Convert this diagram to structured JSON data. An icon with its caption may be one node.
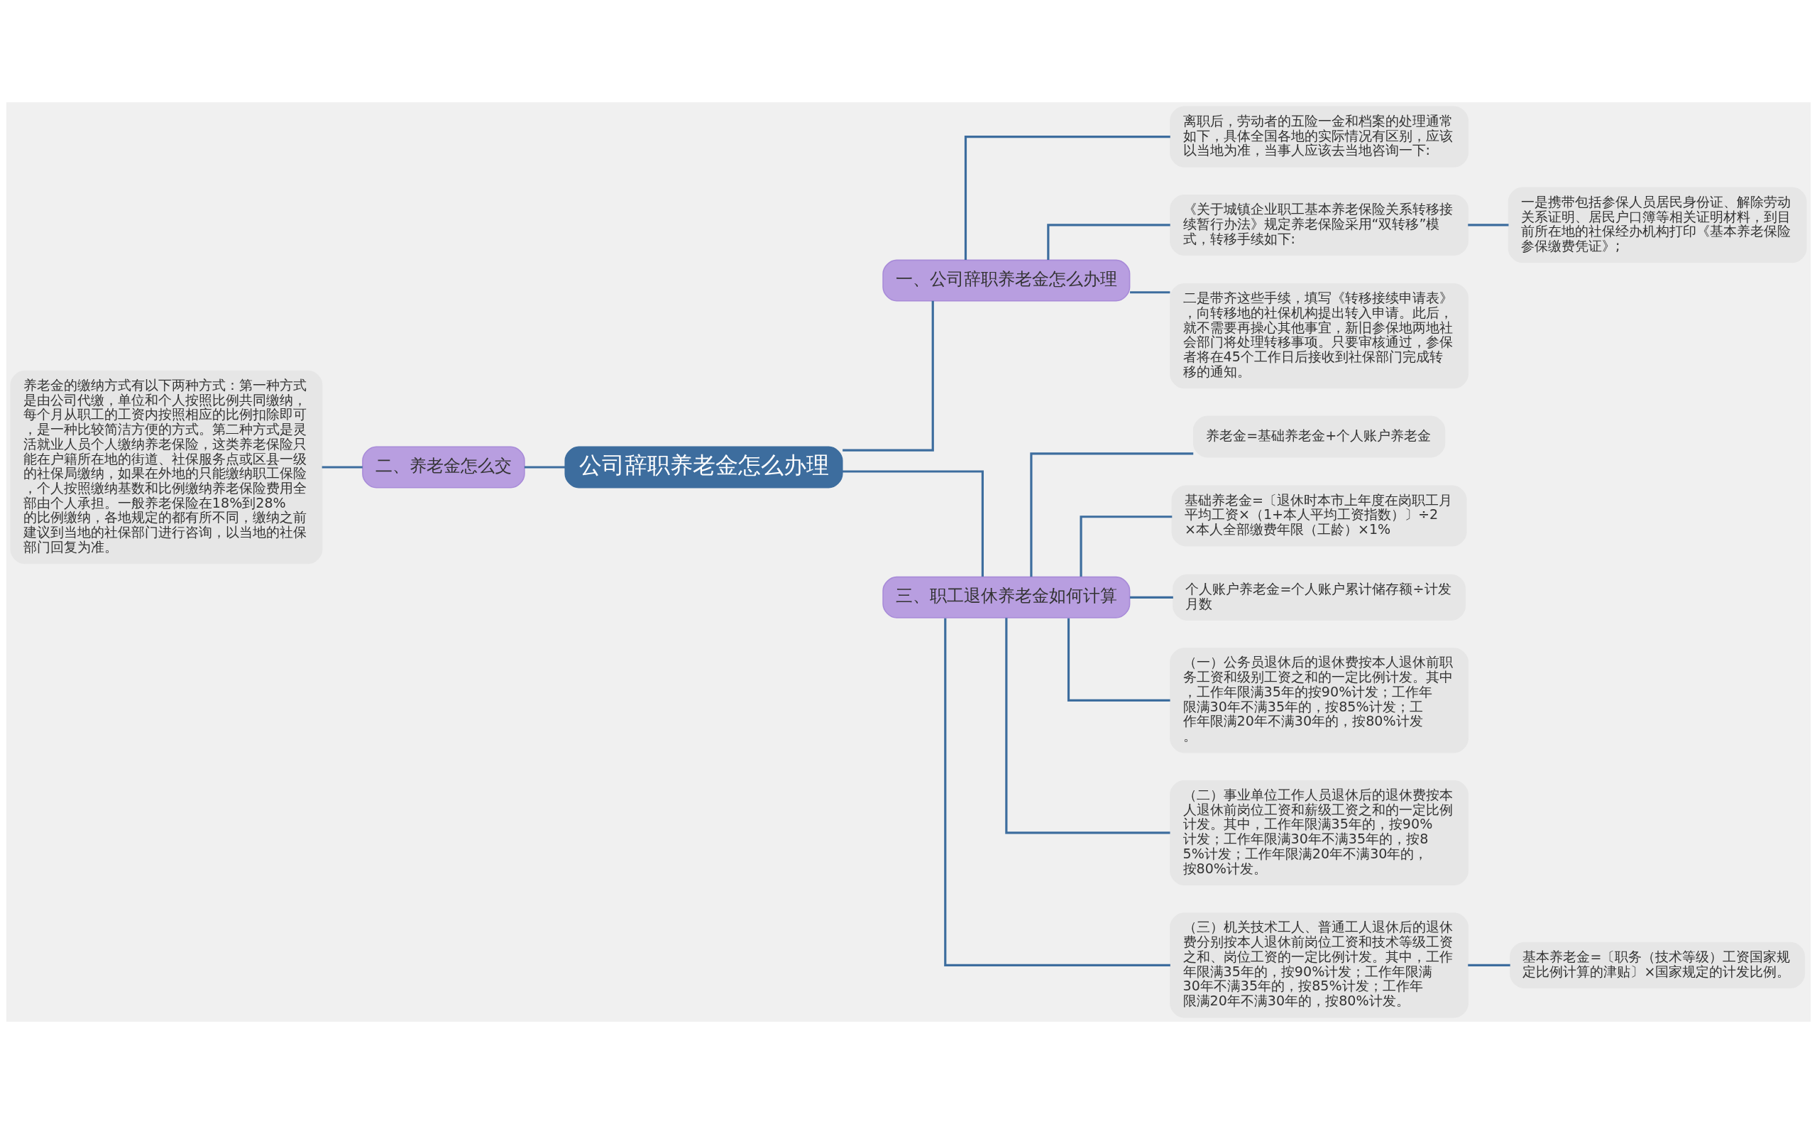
{
  "diagram": {
    "nodes": [
      {
        "text": [
          "公司辞职养老金怎么办理"
        ]
      },
      {
        "text": [
          "一、公司辞职养老金怎么办理"
        ]
      },
      {
        "text": [
          "离职后，劳动者的五险一金和档案的处理通常如下，具体全国各地的实际情况有区别，应该以当地为准，当事人应该去当地咨询一下:"
        ]
      },
      {
        "text": [
          "《关于城镇企业职工基本养老保险关系转移接续暂行办法》规定养老保险采用“双转移”模式，转移手续如下:"
        ]
      },
      {
        "text": [
          "一是携带包括参保人员居民身份证、解除劳动关系证明、居民户口簿等相关证明材料，到目前所在地的社保经办机构打印《基本养老保险参保缴费凭证》;"
        ]
      },
      {
        "text": [
          "二是带齐这些手续，填写《转移接续申请表》，向转移地的社保机构提出转入申请。此后，就不需要再操心其他事宜，新旧参保地两地社会部门将处理转移事项。只要审核通过，参保者将在45个工作日后接收到社保部门完成转移的通知。"
        ]
      },
      {
        "text": [
          "二、养老金怎么交"
        ]
      },
      {
        "text": [
          "养老金的缴纳方式有以下两种方式：第一种方式是由公司代缴，单位和个人按照比例共同缴纳，每个月从职工的工资内按照相应的比例扣除即可，是一种比较简洁方便的方式。第二种方式是灵活就业人员个人缴纳养老保险，这类养老保险只能在户籍所在地的街道、社保服务点或区县一级的社保局缴纳，如果在外地的只能缴纳职工保险，个人按照缴纳基数和比例缴纳养老保险费用全部由个人承担。一般养老保险在18%到28%的比例缴纳，各地规定的都有所不同，缴纳之前建议到当地的社保部门进行咨询，以当地的社保部门回复为准。"
        ]
      },
      {
        "text": [
          "三、职工退休养老金如何计算"
        ]
      },
      {
        "text": [
          "养老金=基础养老金+个人账户养老金"
        ]
      },
      {
        "text": [
          "基础养老金=〔退休时本市上年度在岗职工月平均工资×（1+本人平均工资指数）〕÷2×本人全部缴费年限（工龄）×1%"
        ]
      },
      {
        "text": [
          "个人账户养老金=个人账户累计储存额÷计发月数"
        ]
      },
      {
        "text": [
          "（一）公务员退休后的退休费按本人退休前职务工资和级别工资之和的一定比例计发。其中，工作年限满35年的按90%计发；工作年限满30年不满35年的，按85%计发；工作年限满20年不满30年的，按80%计发。"
        ]
      },
      {
        "text": [
          "（二）事业单位工作人员退休后的退休费按本人退休前岗位工资和薪级工资之和的一定比例计发。其中，工作年限满35年的，按90%计发；工作年限满30年不满35年的，按85%计发；工作年限满20年不满30年的，按80%计发。"
        ]
      },
      {
        "text": [
          "（三）机关技术工人、普通工人退休后的退休费分别按本人退休前岗位工资和技术等级工资之和、岗位工资的一定比例计发。其中，工作年限满35年的，按90%计发；工作年限满30年不满35年的，按85%计发；工作年限满20年不满30年的，按80%计发。"
        ]
      },
      {
        "text": [
          "基本养老金=〔职务（技术等级）工资国家规定比例计算的津贴〕×国家规定的计发比例。"
        ]
      }
    ],
    "edges": [
      {
        "from": 0,
        "to": 1,
        "arrow": "none"
      },
      {
        "from": 1,
        "to": 2,
        "arrow": "none"
      },
      {
        "from": 1,
        "to": 3,
        "arrow": "none"
      },
      {
        "from": 3,
        "to": 4,
        "arrow": "none"
      },
      {
        "from": 1,
        "to": 5,
        "arrow": "none"
      },
      {
        "from": 0,
        "to": 6,
        "arrow": "none"
      },
      {
        "from": 6,
        "to": 7,
        "arrow": "none"
      },
      {
        "from": 0,
        "to": 8,
        "arrow": "none"
      },
      {
        "from": 8,
        "to": 9,
        "arrow": "none"
      },
      {
        "from": 8,
        "to": 10,
        "arrow": "none"
      },
      {
        "from": 8,
        "to": 11,
        "arrow": "none"
      },
      {
        "from": 8,
        "to": 12,
        "arrow": "none"
      },
      {
        "from": 8,
        "to": 13,
        "arrow": "none"
      },
      {
        "from": 8,
        "to": 14,
        "arrow": "none"
      },
      {
        "from": 14,
        "to": 15,
        "arrow": "none"
      }
    ]
  }
}
